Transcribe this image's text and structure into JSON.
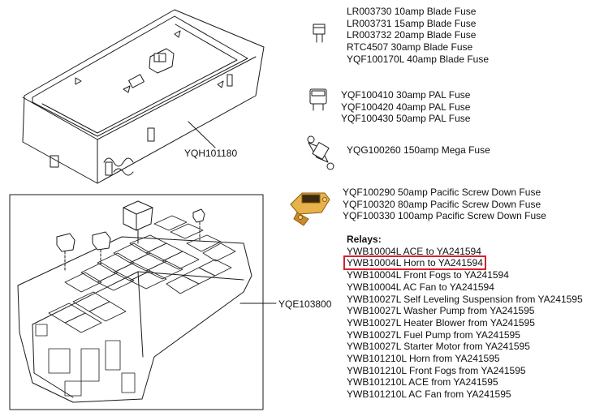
{
  "callouts": {
    "fuse_box_cover": "YQH101180",
    "fuse_box": "YQE103800"
  },
  "blade_fuses": [
    "LR003730 10amp Blade Fuse",
    "LR003731 15amp Blade Fuse",
    "LR003732 20amp Blade Fuse",
    "RTC4507 30amp Blade Fuse",
    "YQF100170L 40amp Blade Fuse"
  ],
  "pal_fuses": [
    "YQF100410 30amp PAL Fuse",
    "YQF100420 40amp PAL Fuse",
    "YQF100430 50amp PAL Fuse"
  ],
  "mega_fuse": "YQG100260 150amp Mega Fuse",
  "pacific_fuses": [
    "YQF100290 50amp Pacific Screw Down Fuse",
    "YQF100320 80amp Pacific Screw Down Fuse",
    "YQF100330 100amp Pacific Screw Down Fuse"
  ],
  "relays": {
    "heading": "Relays:",
    "items": [
      "YWB10004L ACE to YA241594",
      "YWB10004L Horn to YA241594",
      "YWB10004L Front Fogs to YA241594",
      "YWB10004L AC Fan to YA241594",
      "YWB10027L Self Leveling Suspension from YA241595",
      "YWB10027L Washer Pump from YA241595",
      "YWB10027L Heater Blower from YA241595",
      "YWB10027L Fuel Pump from YA241595",
      "YWB10027L Starter Motor from YA241595",
      "YWB101210L Horn from YA241595",
      "YWB101210L Front Fogs from YA241595",
      "YWB101210L ACE from YA241595",
      "YWB101210L AC Fan from YA241595"
    ],
    "highlighted_index": 1
  },
  "colors": {
    "line": "#1a1a1a",
    "highlight": "#d8202a",
    "fuse_body": "#e7b24a",
    "fuse_dark": "#8a5a10"
  }
}
